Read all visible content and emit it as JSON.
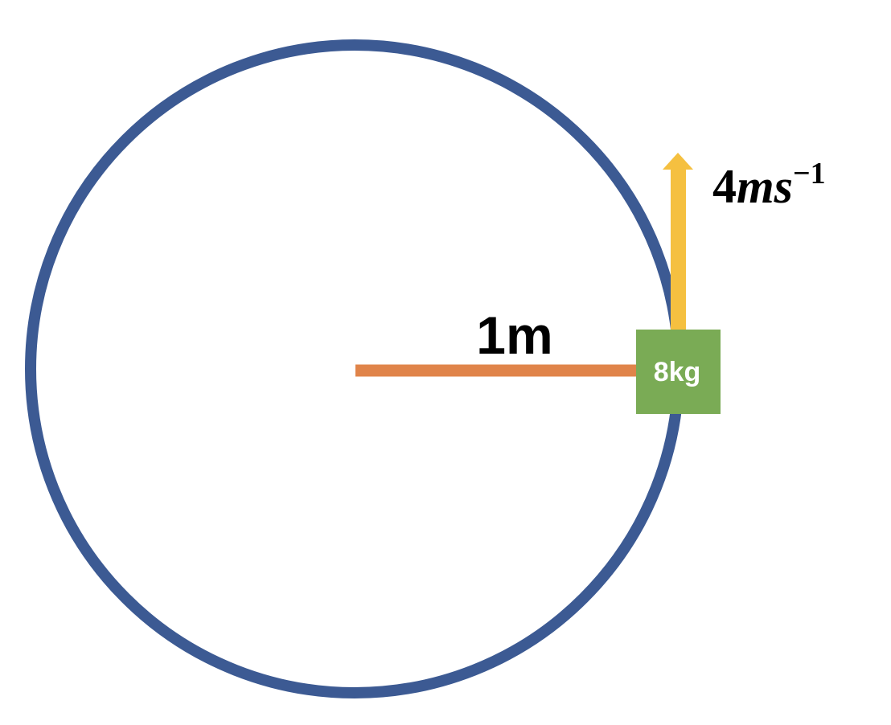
{
  "diagram": {
    "radius_label": "1m",
    "mass_label": "8kg",
    "velocity": {
      "number": "4",
      "unit": "ms",
      "exponent": "−1"
    }
  },
  "colors": {
    "circle": "#3C5A93",
    "radius_line": "#E0844A",
    "velocity_arrow": "#F5C040",
    "mass_block": "#7AAB55",
    "mass_text": "#FFFFFF",
    "text": "#000000"
  }
}
